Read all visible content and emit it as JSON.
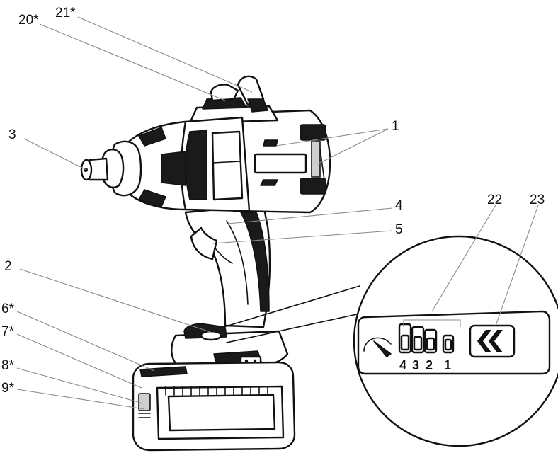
{
  "callouts": {
    "c1": "1",
    "c2": "2",
    "c3": "3",
    "c4": "4",
    "c5": "5",
    "c6": "6*",
    "c7": "7*",
    "c8": "8*",
    "c9": "9*",
    "c20": "20*",
    "c21": "21*",
    "c22": "22",
    "c23": "23"
  },
  "detail": {
    "levels": [
      "4",
      "3",
      "2",
      "1"
    ],
    "direction_glyph": "❮❮",
    "speed_icon": "speedometer-icon",
    "direction_icon": "reverse-direction-icon"
  },
  "colors": {
    "outline": "#111111",
    "leader": "#8a8a8a",
    "fill": "#ffffff"
  }
}
